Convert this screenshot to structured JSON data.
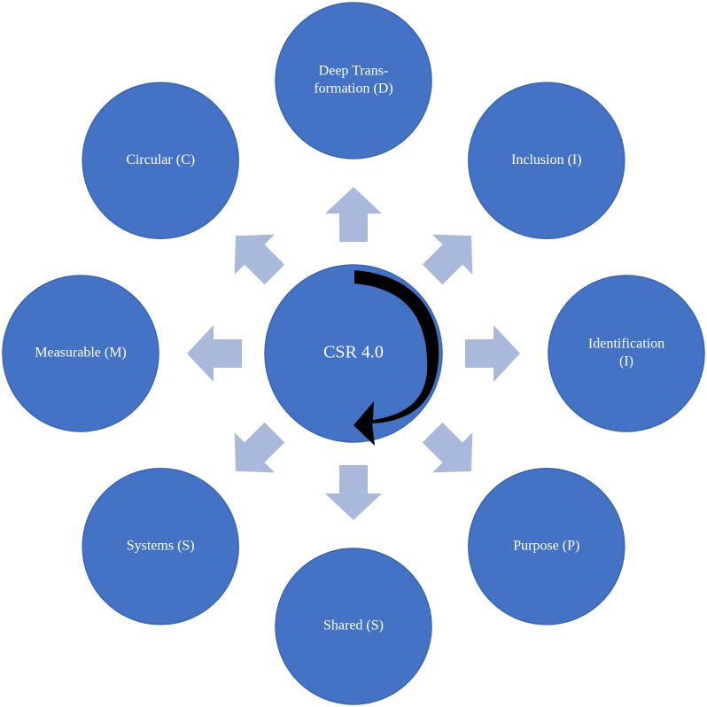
{
  "diagram": {
    "center": {
      "label": "CSR 4.0"
    },
    "nodes": [
      {
        "id": "deep-transformation",
        "lines": [
          "Deep Trans-",
          "formation (D)"
        ]
      },
      {
        "id": "inclusion",
        "lines": [
          "Inclusion (I)"
        ]
      },
      {
        "id": "identification",
        "lines": [
          "Identification",
          "(I)"
        ]
      },
      {
        "id": "purpose",
        "lines": [
          "Purpose (P)"
        ]
      },
      {
        "id": "shared",
        "lines": [
          "Shared (S)"
        ]
      },
      {
        "id": "systems",
        "lines": [
          "Systems (S)"
        ]
      },
      {
        "id": "measurable",
        "lines": [
          "Measurable (M)"
        ]
      },
      {
        "id": "circular",
        "lines": [
          "Circular (C)"
        ]
      }
    ],
    "colors": {
      "circle_fill": "#4472C4",
      "circle_stroke": "#3A65B0",
      "arrow_fill": "#A9B9DC",
      "cycle_arrow": "#000000",
      "label_text": "#FFFFFF"
    }
  }
}
